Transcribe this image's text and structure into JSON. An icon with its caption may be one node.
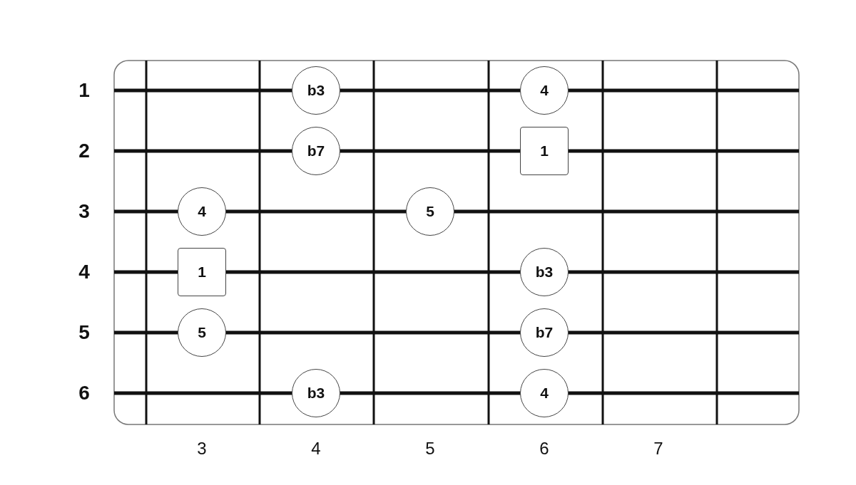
{
  "diagram": {
    "nodes": [
      {
        "text": [
          "b3"
        ]
      },
      {
        "text": [
          "4"
        ]
      },
      {
        "text": [
          "b7"
        ]
      },
      {
        "text": [
          "1"
        ]
      },
      {
        "text": [
          "4"
        ]
      },
      {
        "text": [
          "5"
        ]
      },
      {
        "text": [
          "1"
        ]
      },
      {
        "text": [
          "b3"
        ]
      },
      {
        "text": [
          "5"
        ]
      },
      {
        "text": [
          "b7"
        ]
      },
      {
        "text": [
          "b3"
        ]
      },
      {
        "text": [
          "4"
        ]
      }
    ],
    "labels": [
      "1",
      "2",
      "3",
      "4",
      "5",
      "6",
      "3",
      "4",
      "5",
      "6",
      "7"
    ]
  }
}
